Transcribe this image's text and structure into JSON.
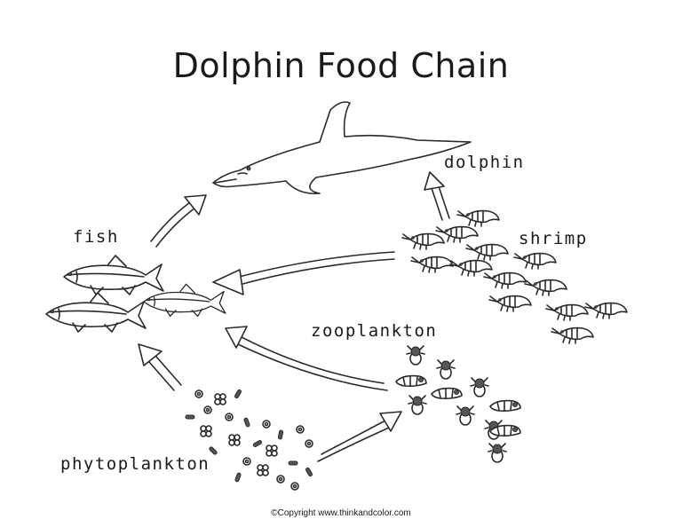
{
  "title": "Dolphin Food Chain",
  "labels": {
    "dolphin": "dolphin",
    "shrimp": "shrimp",
    "fish": "fish",
    "zooplankton": "zooplankton",
    "phytoplankton": "phytoplankton"
  },
  "copyright": "©Copyright www.thinkandcolor.com"
}
